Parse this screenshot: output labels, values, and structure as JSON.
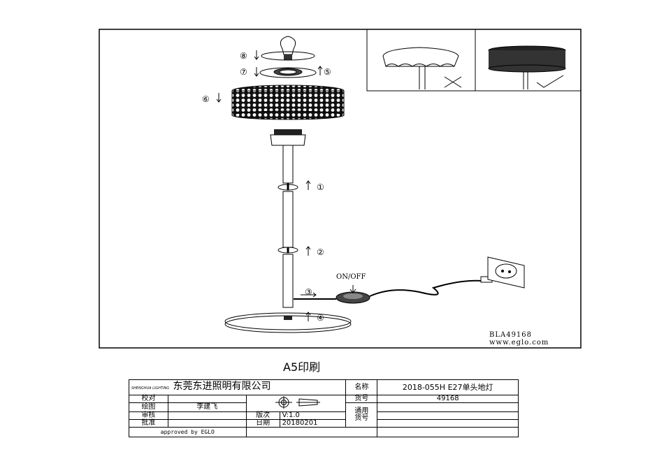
{
  "drawing": {
    "steps": [
      "⑧",
      "⑦",
      "⑤",
      "⑥",
      "①",
      "②",
      "③",
      "④"
    ],
    "switch_label": "ON/OFF",
    "model_code": "BLA49168",
    "website": "www.eglo.com"
  },
  "print_note": "A5印刷",
  "title_block": {
    "company": "东莞东进照明有限公司",
    "logo_text": "SHENGHUA LIGHTING",
    "name_label": "名称",
    "name_value": "2018-055H E27单头地灯",
    "check_label": "校对",
    "drawn_label": "绘图",
    "drawn_value": "李建飞",
    "review_label": "审核",
    "approve_label": "批准",
    "item_no_label": "货号",
    "item_no_value": "49168",
    "general_label": "通用\n货号",
    "version_label": "版次",
    "version_value": "V:1.0",
    "date_label": "日期",
    "date_value": "20180201",
    "approved_by": "approved by EGLO"
  }
}
